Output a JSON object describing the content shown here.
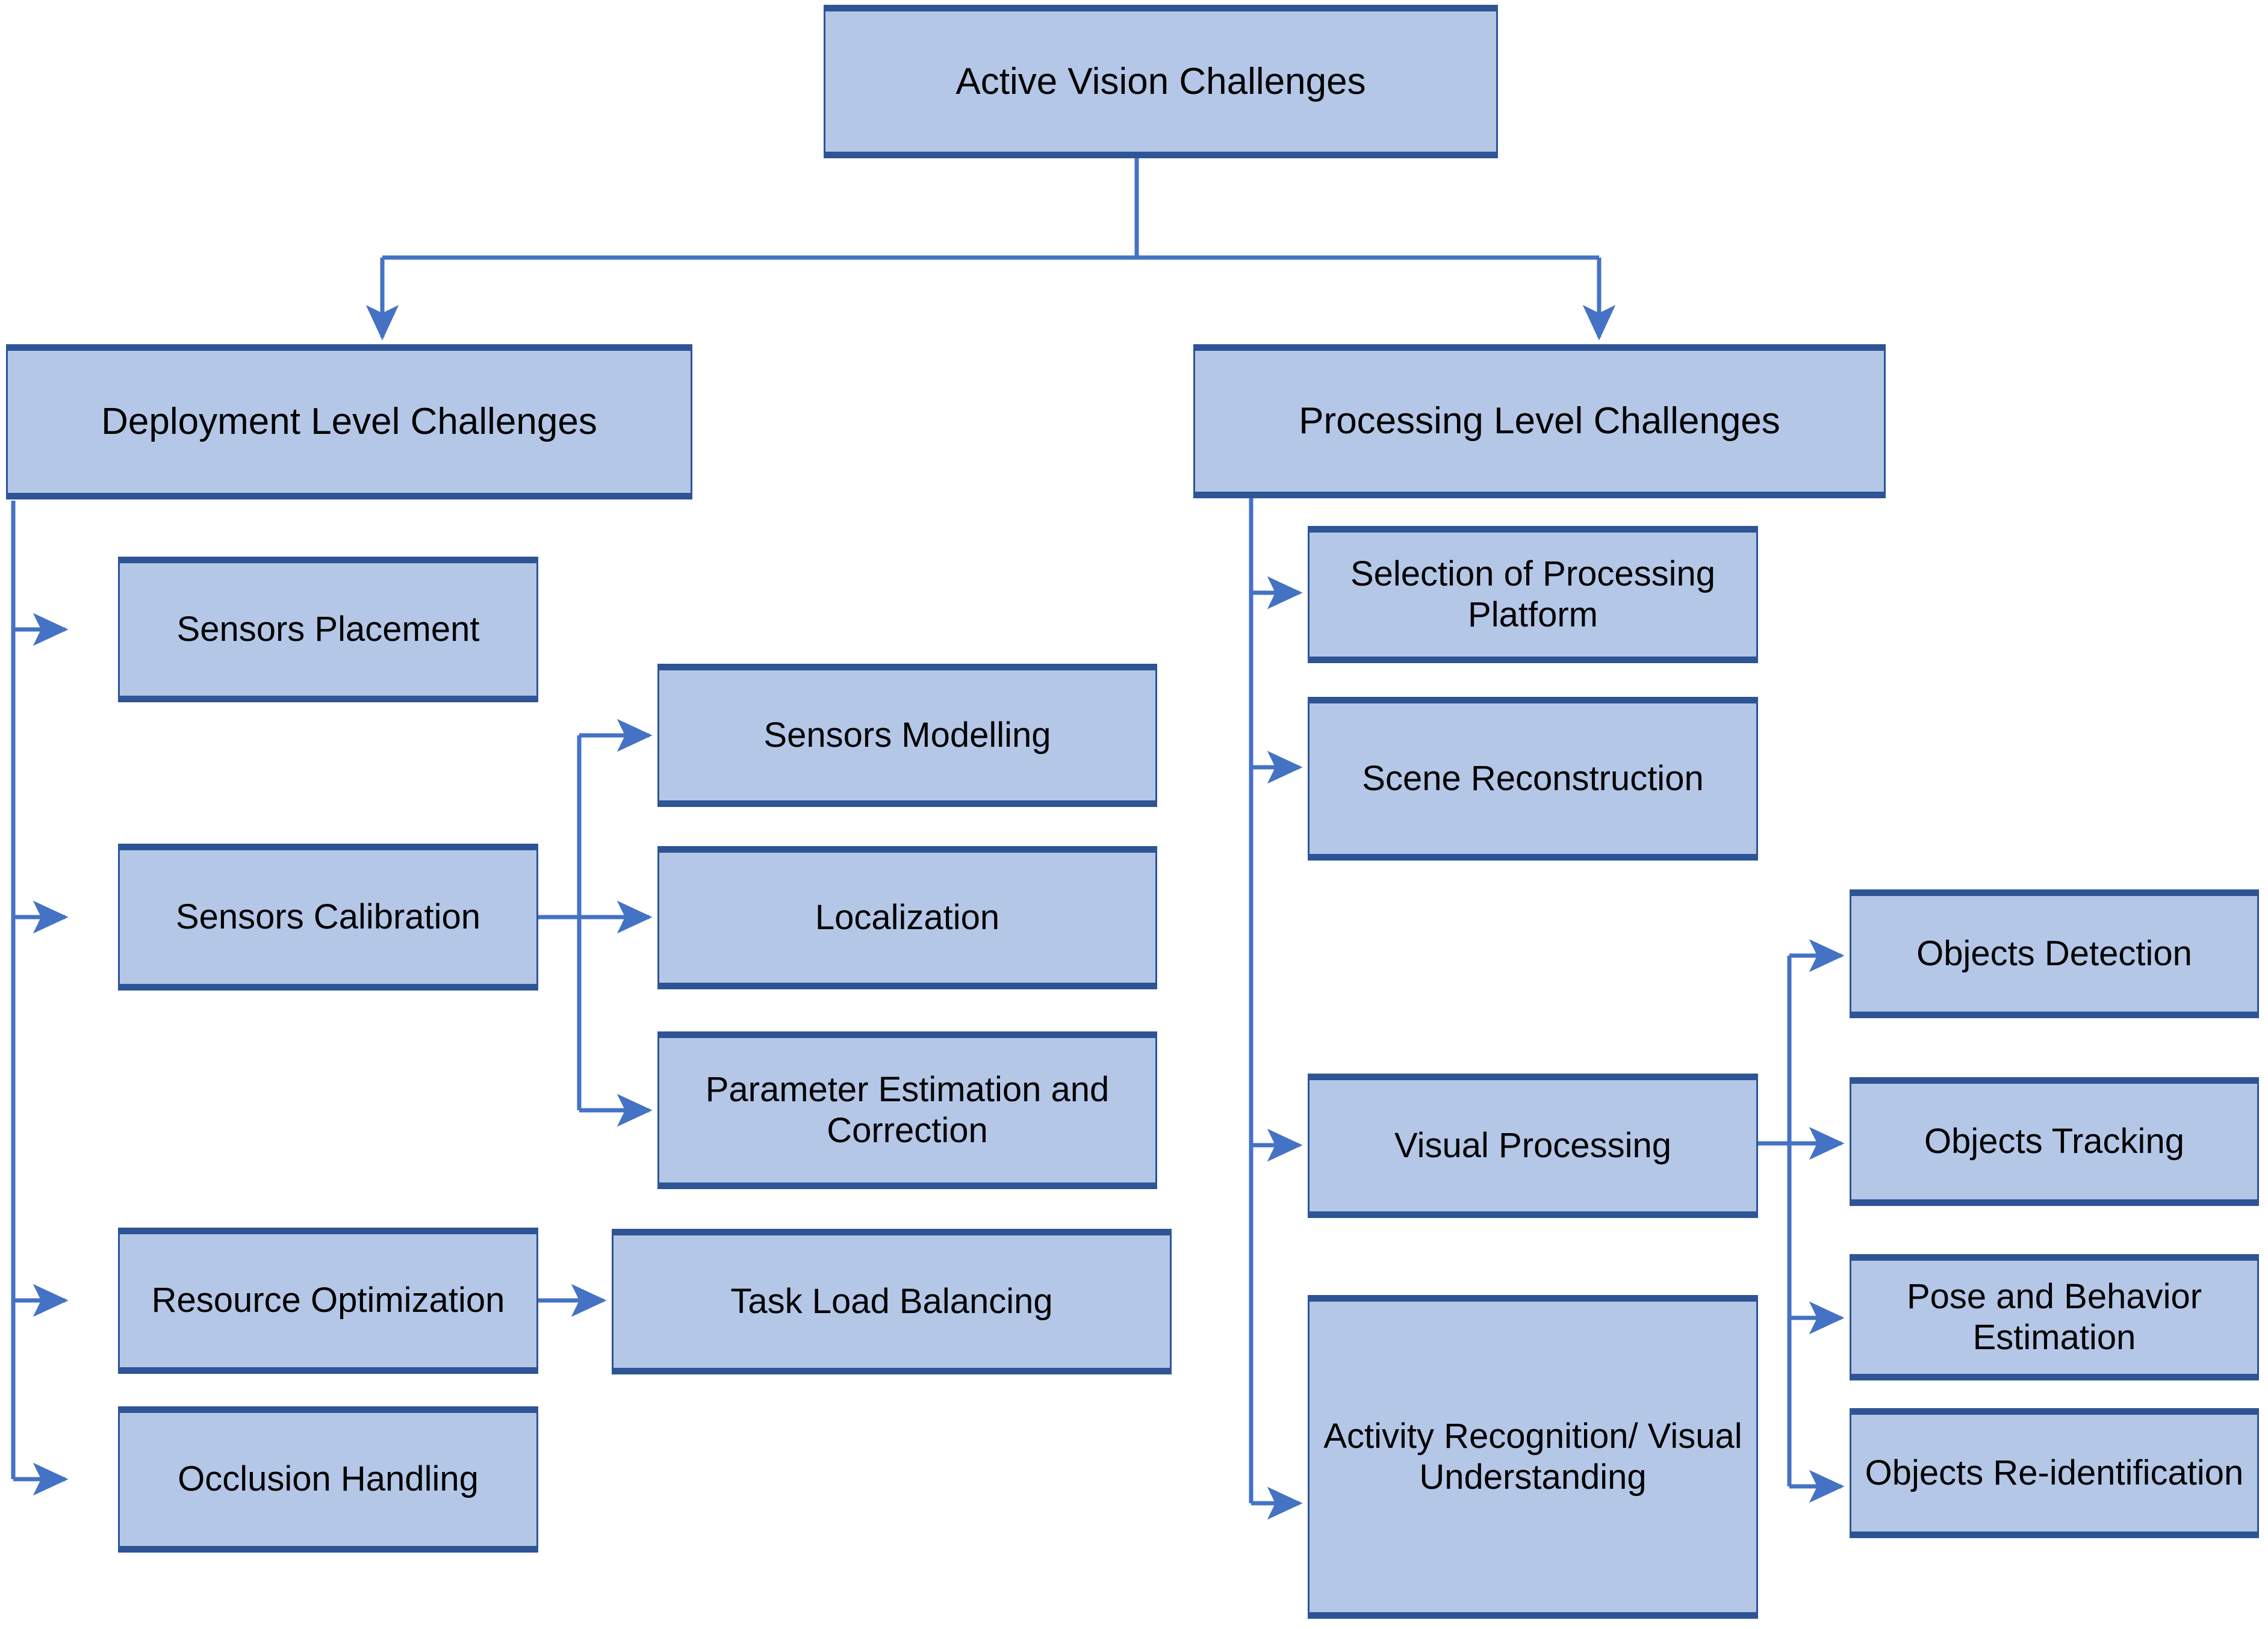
{
  "diagram": {
    "title": "Active Vision Challenges",
    "colors": {
      "node_fill": "#b4c7e7",
      "node_border": "#2e5496",
      "connector": "#4472c4",
      "text": "#000000",
      "background": "#ffffff"
    },
    "nodes": {
      "root": {
        "label": "Active Vision Challenges"
      },
      "deployment": {
        "label": "Deployment Level Challenges"
      },
      "processing": {
        "label": "Processing Level Challenges"
      },
      "sensors_placement": {
        "label": "Sensors Placement"
      },
      "sensors_calibration": {
        "label": "Sensors Calibration"
      },
      "resource_optimization": {
        "label": "Resource Optimization"
      },
      "occlusion_handling": {
        "label": "Occlusion Handling"
      },
      "sensors_modelling": {
        "label": "Sensors Modelling"
      },
      "localization": {
        "label": "Localization"
      },
      "parameter_estimation": {
        "label": "Parameter Estimation and Correction"
      },
      "task_load_balancing": {
        "label": "Task Load Balancing"
      },
      "selection_platform": {
        "label": "Selection of Processing Platform"
      },
      "scene_reconstruction": {
        "label": "Scene Reconstruction"
      },
      "visual_processing": {
        "label": "Visual Processing"
      },
      "activity_recognition": {
        "label": "Activity Recognition/ Visual Understanding"
      },
      "objects_detection": {
        "label": "Objects Detection"
      },
      "objects_tracking": {
        "label": "Objects Tracking"
      },
      "pose_behavior": {
        "label": "Pose and Behavior Estimation"
      },
      "objects_reid": {
        "label": "Objects Re-identification"
      }
    },
    "edges": [
      {
        "from": "root",
        "to": "deployment"
      },
      {
        "from": "root",
        "to": "processing"
      },
      {
        "from": "deployment",
        "to": "sensors_placement"
      },
      {
        "from": "deployment",
        "to": "sensors_calibration"
      },
      {
        "from": "deployment",
        "to": "resource_optimization"
      },
      {
        "from": "deployment",
        "to": "occlusion_handling"
      },
      {
        "from": "sensors_calibration",
        "to": "sensors_modelling"
      },
      {
        "from": "sensors_calibration",
        "to": "localization"
      },
      {
        "from": "sensors_calibration",
        "to": "parameter_estimation"
      },
      {
        "from": "resource_optimization",
        "to": "task_load_balancing"
      },
      {
        "from": "processing",
        "to": "selection_platform"
      },
      {
        "from": "processing",
        "to": "scene_reconstruction"
      },
      {
        "from": "processing",
        "to": "visual_processing"
      },
      {
        "from": "processing",
        "to": "activity_recognition"
      },
      {
        "from": "visual_processing",
        "to": "objects_detection"
      },
      {
        "from": "visual_processing",
        "to": "objects_tracking"
      },
      {
        "from": "visual_processing",
        "to": "pose_behavior"
      },
      {
        "from": "visual_processing",
        "to": "objects_reid"
      }
    ]
  }
}
